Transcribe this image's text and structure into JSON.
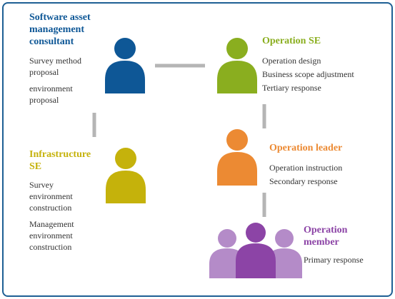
{
  "colors": {
    "frame": "#1e5f94",
    "connector": "#b5b5b5",
    "consultant": "#0e5796",
    "operation_se": "#8aae1f",
    "operation_leader": "#ec8a33",
    "infrastructure_se": "#c5b20b",
    "operation_member_main": "#8c44a6",
    "operation_member_side": "#b48bc8"
  },
  "roles": {
    "consultant": {
      "title": "Software asset\nmanagement\nconsultant",
      "tasks": [
        "Survey method\nproposal",
        "environment\nproposal"
      ],
      "icon": "person-icon"
    },
    "operation_se": {
      "title": "Operation SE",
      "tasks": [
        "Operation design",
        "Business scope adjustment",
        "Tertiary response"
      ],
      "icon": "person-icon"
    },
    "operation_leader": {
      "title": "Operation leader",
      "tasks": [
        "Operation instruction",
        "Secondary response"
      ],
      "icon": "person-icon"
    },
    "infrastructure_se": {
      "title": "Infrastructure\nSE",
      "tasks": [
        "Survey\nenvironment\nconstruction",
        "Management\nenvironment\nconstruction"
      ],
      "icon": "person-icon"
    },
    "operation_member": {
      "title": "Operation\nmember",
      "tasks": [
        "Primary response"
      ],
      "icon": "people-group-icon"
    }
  }
}
